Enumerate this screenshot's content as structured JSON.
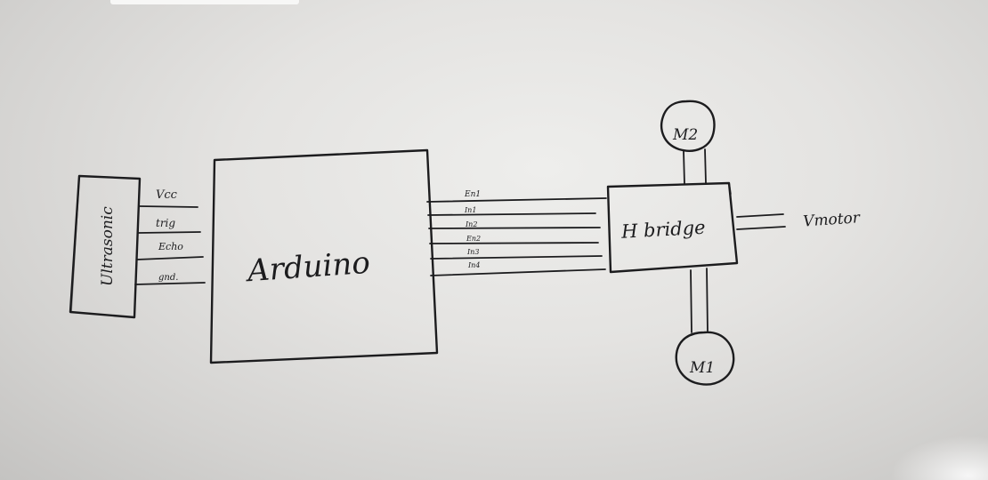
{
  "ultrasonic": {
    "label": "Ultrasonic",
    "pins": [
      "Vcc",
      "trig",
      "Echo",
      "gnd."
    ]
  },
  "arduino": {
    "label": "Arduino"
  },
  "bus": {
    "labels": [
      "En1",
      "In1",
      "In2",
      "En2",
      "In3",
      "In4"
    ]
  },
  "hbridge": {
    "label": "H bridge"
  },
  "motors": {
    "top": "M2",
    "bottom": "M1"
  },
  "supply": {
    "label": "Vmotor"
  }
}
